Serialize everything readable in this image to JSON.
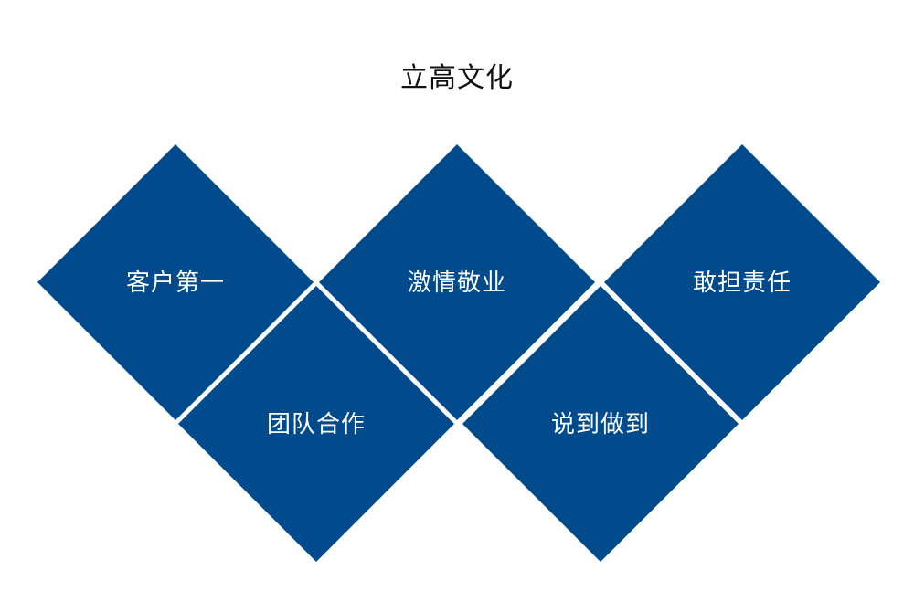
{
  "title": "立高文化",
  "accent_color": "#014b8d",
  "values": [
    {
      "label": "客户第一"
    },
    {
      "label": "激情敬业"
    },
    {
      "label": "敢担责任"
    },
    {
      "label": "团队合作"
    },
    {
      "label": "说到做到"
    }
  ]
}
